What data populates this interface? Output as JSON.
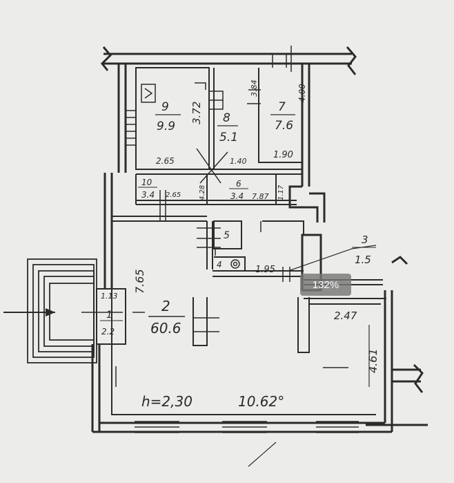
{
  "zoom": "132%",
  "rooms": [
    {
      "number": "9",
      "area": "9.9"
    },
    {
      "number": "8",
      "area": "5.1"
    },
    {
      "number": "7",
      "area": "7.6"
    },
    {
      "number": "10",
      "area": "3.4"
    },
    {
      "number": "6",
      "area": "3.4"
    },
    {
      "number": "5",
      "area": ""
    },
    {
      "number": "4",
      "area": ""
    },
    {
      "number": "3",
      "area": "1.5"
    },
    {
      "number": "2",
      "area": "60.6"
    },
    {
      "number": "1",
      "area": "2.2"
    }
  ],
  "dimensions": [
    "3.72",
    "3.84",
    "4.00",
    "2.65",
    "1.40",
    "1.90",
    "2.65",
    "4.28",
    "1.17",
    "7.87",
    "7.65",
    "1.95",
    "1.13",
    "2.47",
    "4.61",
    "10.62°"
  ],
  "ceiling_height": "h=2,30"
}
